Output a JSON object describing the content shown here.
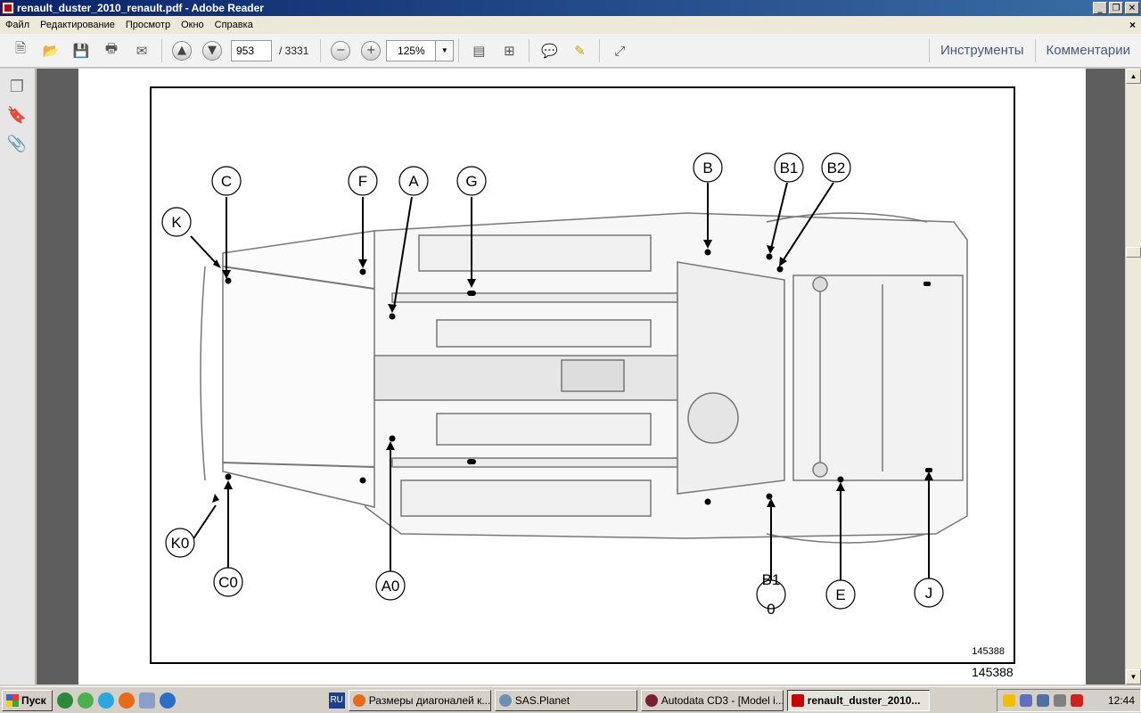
{
  "window": {
    "title": "renault_duster_2010_renault.pdf - Adobe Reader",
    "minimize": "_",
    "restore": "❐",
    "close": "✕"
  },
  "menu": {
    "items": [
      "Файл",
      "Редактирование",
      "Просмотр",
      "Окно",
      "Справка"
    ],
    "close": "×"
  },
  "toolbar": {
    "page_current": "953",
    "page_total": "/ 3331",
    "zoom": "125%",
    "tools_label": "Инструменты",
    "comments_label": "Комментарии"
  },
  "figure": {
    "labels": [
      "C",
      "F",
      "A",
      "G",
      "B",
      "B1",
      "B2",
      "K",
      "K0",
      "C0",
      "A0",
      "E",
      "J"
    ],
    "split_label_top": "B1",
    "split_label_bottom": "0",
    "inner_number": "145388",
    "page_number": "145388"
  },
  "taskbar": {
    "start": "Пуск",
    "lang": "RU",
    "tasks": [
      "Размеры диагоналей к...",
      "SAS.Planet",
      "Autodata CD3 - [Model i...",
      "renault_duster_2010..."
    ],
    "clock": "12:44"
  },
  "colors": {
    "title_bar": "#0a246a",
    "doc_background": "#5e5e5e",
    "toolbar_link": "#4a5a78"
  }
}
